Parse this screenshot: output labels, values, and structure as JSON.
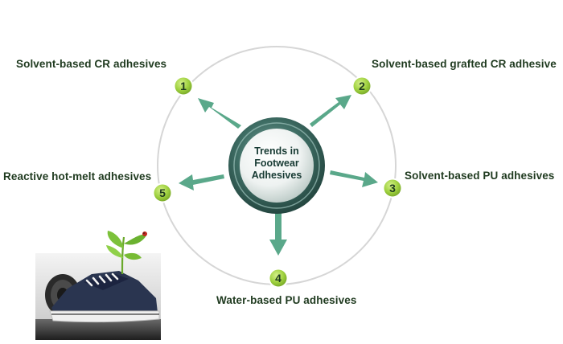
{
  "center": {
    "lines": [
      "Trends in",
      "Footwear",
      "Adhesives"
    ]
  },
  "items": [
    {
      "number": "1",
      "label": "Solvent-based CR adhesives"
    },
    {
      "number": "2",
      "label": "Solvent-based grafted CR adhesive"
    },
    {
      "number": "3",
      "label": "Solvent-based PU adhesives"
    },
    {
      "number": "4",
      "label": "Water-based PU adhesives"
    },
    {
      "number": "5",
      "label": "Reactive hot-melt  adhesives"
    }
  ],
  "colors": {
    "arrow": "#5aa88a",
    "badge": "#8cc43f",
    "ring": "#d6d6d6",
    "hub_outer": "#2e5a52"
  },
  "photo": {
    "subject": "sneaker-with-sprout"
  }
}
